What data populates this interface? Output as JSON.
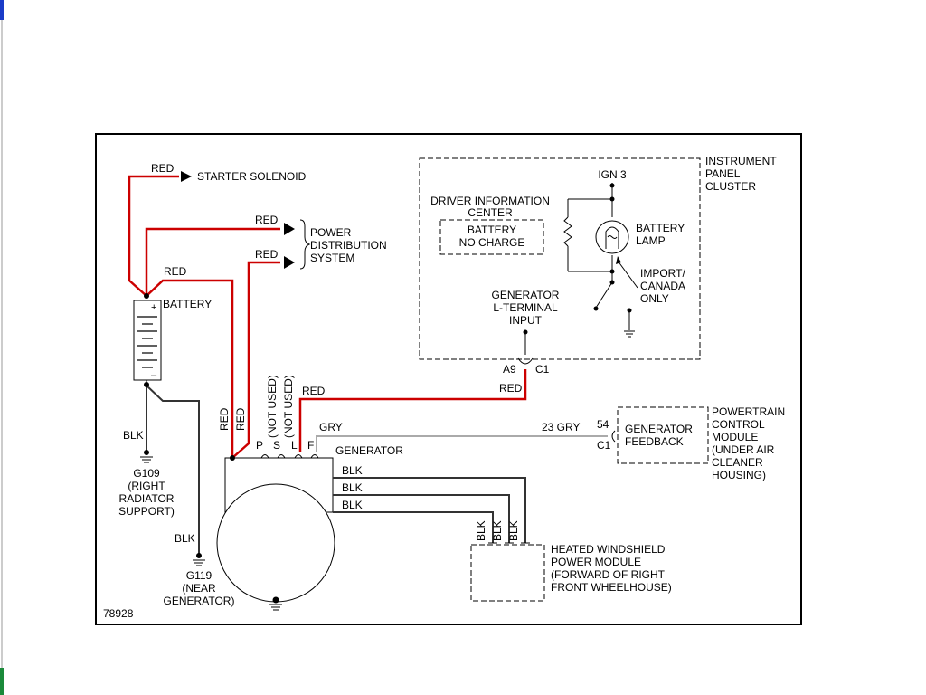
{
  "colors": {
    "power_wire": "#cc0000",
    "ground_wire": "#333333",
    "signal_wire": "#aaaaaa",
    "frame": "#000000",
    "left_edge": "#1a3cc8",
    "bottom_left": "#1a8a3a"
  },
  "labels": {
    "red": "RED",
    "blk": "BLK",
    "starter_solenoid": "STARTER SOLENOID",
    "power_dist": [
      "POWER",
      "DISTRIBUTION",
      "SYSTEM"
    ],
    "battery": "BATTERY",
    "plus": "+",
    "minus": "–",
    "g109": [
      "G109",
      "(RIGHT",
      "RADIATOR",
      "SUPPORT)"
    ],
    "g119": [
      "G119",
      "(NEAR",
      "GENERATOR)"
    ],
    "not_used": "(NOT USED)",
    "terminals": [
      "P",
      "S",
      "L",
      "F"
    ],
    "generator": "GENERATOR",
    "gry": "GRY",
    "gry23": "23 GRY",
    "pin54": "54",
    "pinC1": "C1",
    "pinA9": "A9",
    "gen_feedback": [
      "GENERATOR",
      "FEEDBACK"
    ],
    "pcm": [
      "POWERTRAIN",
      "CONTROL",
      "MODULE",
      "(UNDER AIR",
      "CLEANER",
      "HOUSING)"
    ],
    "heated_ws": [
      "HEATED WINDSHIELD",
      "POWER MODULE",
      "(FORWARD OF RIGHT",
      "FRONT WHEELHOUSE)"
    ],
    "ipc": [
      "INSTRUMENT",
      "PANEL",
      "CLUSTER"
    ],
    "ign3": "IGN 3",
    "dic": [
      "DRIVER INFORMATION",
      "CENTER"
    ],
    "battery_nc": [
      "BATTERY",
      "NO CHARGE"
    ],
    "battery_lamp": [
      "BATTERY",
      "LAMP"
    ],
    "import_canada": [
      "IMPORT/",
      "CANADA",
      "ONLY"
    ],
    "gen_lterm": [
      "GENERATOR",
      "L-TERMINAL",
      "INPUT"
    ],
    "diagram_id": "78928"
  }
}
